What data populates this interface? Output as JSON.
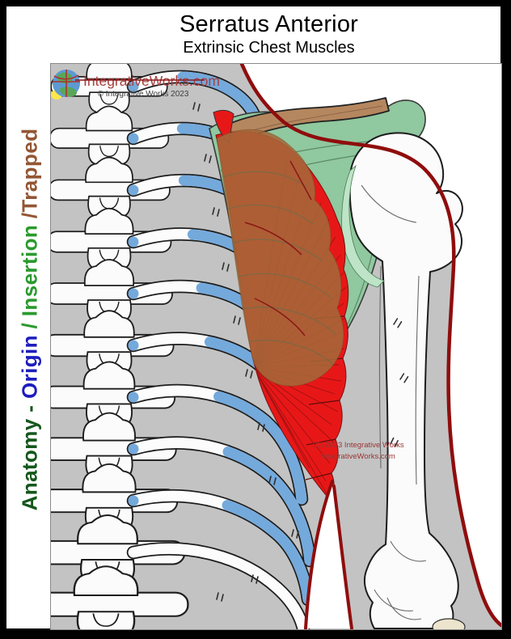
{
  "header": {
    "title": "Serratus Anterior",
    "subtitle": "Extrinsic Chest Muscles"
  },
  "side_label": {
    "segments": [
      {
        "text": "Anatomy",
        "color": "#14571b"
      },
      {
        "text": " - ",
        "color": "#14571b"
      },
      {
        "text": "Origin",
        "color": "#1d1dbe"
      },
      {
        "text": " / ",
        "color": "#2a9a2e"
      },
      {
        "text": "Insertion",
        "color": "#2a9a2e"
      },
      {
        "text": " /",
        "color": "#935634"
      },
      {
        "text": "Trapped",
        "color": "#935634"
      }
    ]
  },
  "watermark": {
    "site": "IntegrativeWorks.com",
    "copyright": "© Integrative Works 2023"
  },
  "figure_credit": {
    "line1": "(C) 2023 Integrative Works",
    "line2": "IntegrativeWorks.com"
  },
  "palette": {
    "body_outline": "#8f0d0d",
    "origin_blue": "#74a9dc",
    "insertion_green": "#90c89f",
    "insertion_light": "#bde4c6",
    "trapped_brown": "#a4683a",
    "muscle_red": "#e81717",
    "silhouette_gray": "#c3c3c3",
    "bone_white": "#fbfbfb",
    "clavicle_tan": "#b5875f"
  }
}
